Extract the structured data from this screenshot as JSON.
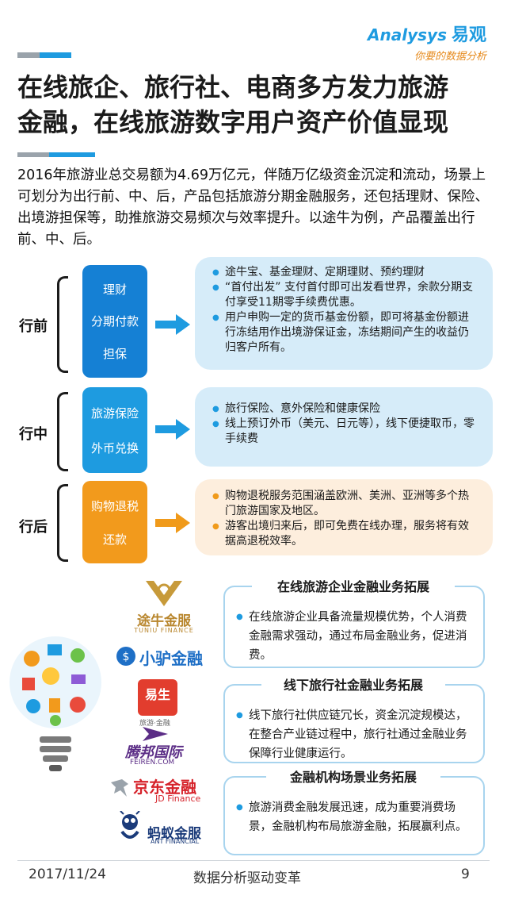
{
  "brand": {
    "name": "nalysys",
    "name_prefix": "A",
    "name_cn": "易观",
    "tagline": "你要的数据分析"
  },
  "title": {
    "line1": "在线旅企、旅行社、电商多方发力旅游",
    "line2": "金融，在线旅游数字用户资产价值显现"
  },
  "intro": "2016年旅游业总交易额为4.69万亿元，伴随万亿级资金沉淀和流动，场景上可划分为出行前、中、后，产品包括旅游分期金融服务，还包括理财、保险、出境游担保等，助推旅游交易频次与效率提升。以途牛为例，产品覆盖出行前、中、后。",
  "stages": [
    {
      "label": "行前",
      "items": [
        "理财",
        "分期付款",
        "担保"
      ],
      "details": [
        "途牛宝、基金理财、定期理财、预约理财",
        "“首付出发” 支付首付即可出发看世界，余款分期支付享受11期零手续费优惠。",
        "用户申购一定的货币基金份额，即可将基金份额进行冻结用作出境游保证金，冻结期间产生的收益仍归客户所有。"
      ]
    },
    {
      "label": "行中",
      "items": [
        "旅游保险",
        "外币兑换"
      ],
      "details": [
        "旅行保险、意外保险和健康保险",
        "线上预订外币（美元、日元等），线下便捷取币，零手续费"
      ]
    },
    {
      "label": "行后",
      "items": [
        "购物退税",
        "还款"
      ],
      "details": [
        "购物退税服务范围涵盖欧洲、美洲、亚洲等多个热门旅游国家及地区。",
        "游客出境归来后，即可免费在线办理，服务将有效据高退税效率。"
      ]
    }
  ],
  "logos": {
    "tuniu": {
      "cn": "途牛金服",
      "en": "TUNIU FINANCE"
    },
    "xiaolv": {
      "cn": "小驴金融"
    },
    "yisheng": {
      "cn": "易生",
      "sub": "旅游·金融"
    },
    "feiren": {
      "cn": "腾邦国际",
      "en": "FEIREN.COM"
    },
    "jd": {
      "cn": "京东金融",
      "en": "JD Finance"
    },
    "ant": {
      "cn": "蚂蚁金服",
      "en": "ANT FINANCIAL"
    }
  },
  "panels": [
    {
      "heading": "在线旅游企业金融业务拓展",
      "text": "在线旅游企业具备流量规模优势，个人消费金融需求强动，通过布局金融业务，促进消费。"
    },
    {
      "heading": "线下旅行社金融业务拓展",
      "text": "线下旅行社供应链冗长，资金沉淀规模达，在整合产业链过程中，旅行社通过金融业务保障行业健康运行。"
    },
    {
      "heading": "金融机构场景业务拓展",
      "text": "旅游消费金融发展迅速，成为重要消费场景，金融机构布局旅游金融，拓展赢利点。"
    }
  ],
  "footer": {
    "date": "2017/11/24",
    "slogan": "数据分析驱动变革",
    "page": "9"
  },
  "colors": {
    "accent": "#1e9be0",
    "orange": "#f09a1a",
    "light_blue": "#d6ecf9",
    "light_orange": "#fdeedd"
  }
}
